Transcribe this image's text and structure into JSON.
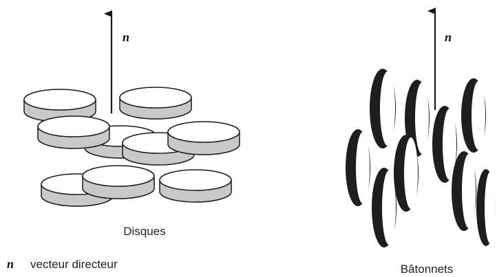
{
  "disks_figure": {
    "director_symbol": "n",
    "caption": "Disques"
  },
  "rods_figure": {
    "director_symbol": "n",
    "caption": "Bâtonnets"
  },
  "legend": {
    "symbol": "n",
    "text": "vecteur directeur"
  },
  "colors": {
    "disk_side": "#c9c9c9",
    "disk_top": "#ffffff",
    "outline": "#1a1a1a",
    "rod_dark": "#1e1e1e"
  }
}
